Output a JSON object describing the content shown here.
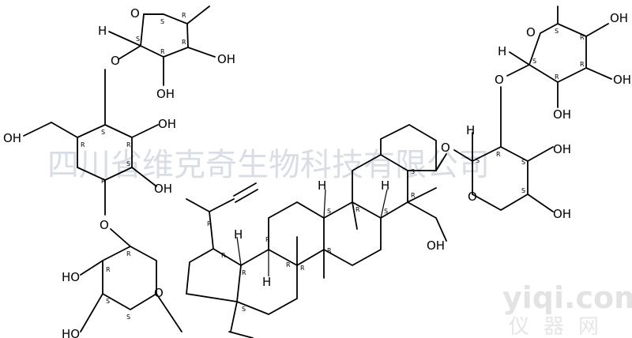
{
  "watermark": {
    "company": "四川省维克奇生物科技有限公司",
    "logo": "yiqi.com",
    "logo_sub": "仪器网"
  },
  "atoms": {
    "oh": "OH",
    "ho": "HO",
    "o": "O",
    "h": "H"
  },
  "stereo": {
    "r": "R",
    "s": "S"
  }
}
